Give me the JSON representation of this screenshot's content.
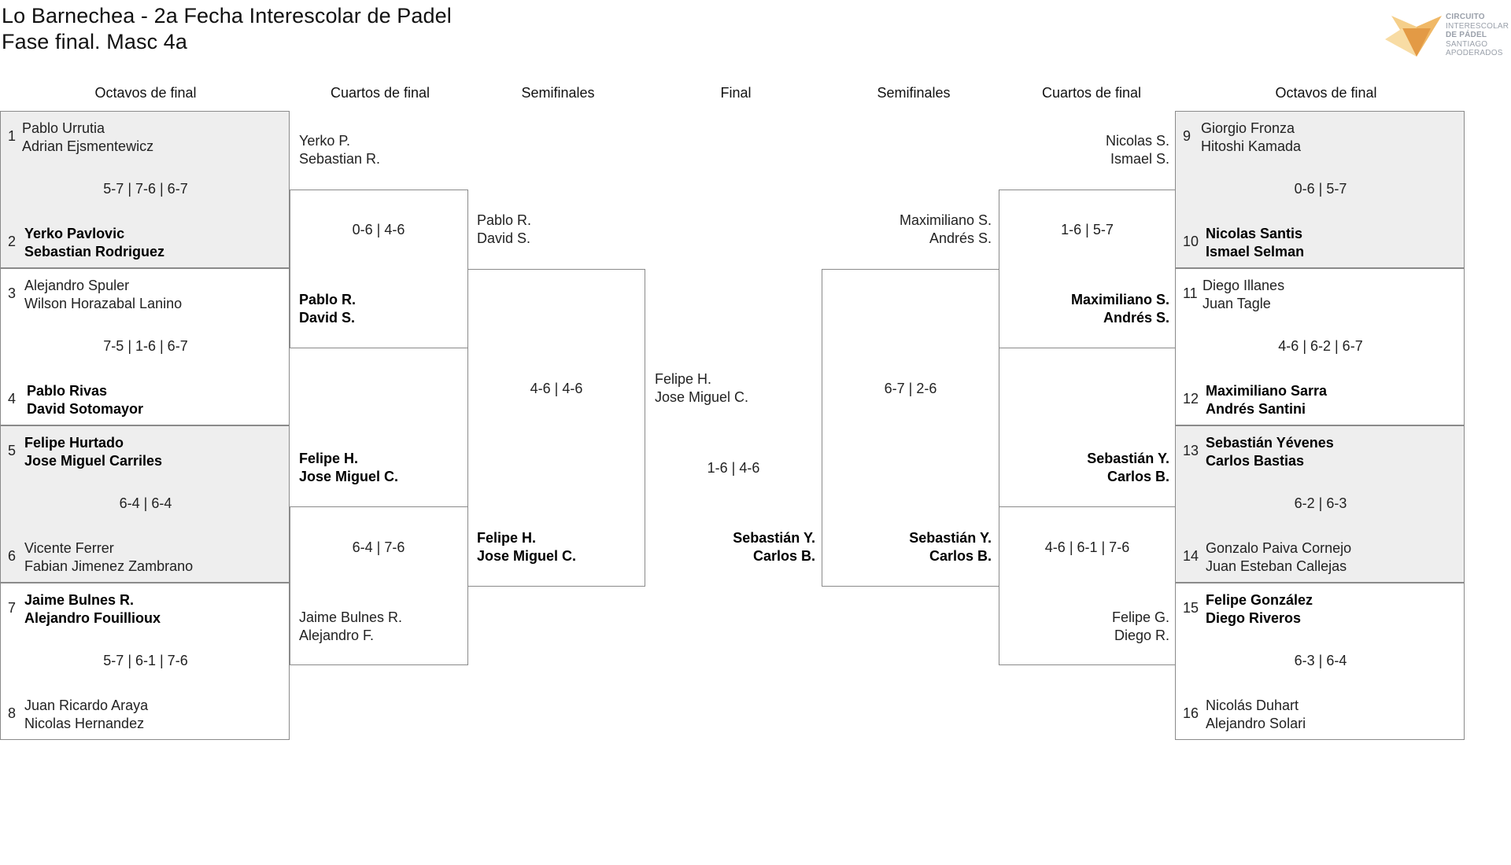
{
  "header": {
    "title_line1": "Lo Barnechea - 2a Fecha Interescolar de Padel",
    "title_line2": "Fase final. Masc 4a"
  },
  "logo": {
    "icon": "fox-logo-icon",
    "line1": "CIRCUITO",
    "line2": "INTERESCOLAR",
    "line3": "DE PÁDEL",
    "line4": "SANTIAGO",
    "line5": "APODERADOS",
    "colors": [
      "#e8a04c",
      "#f5cf8a"
    ]
  },
  "rounds": {
    "left": [
      "Octavos de final",
      "Cuartos de final",
      "Semifinales"
    ],
    "final": "Final",
    "right": [
      "Semifinales",
      "Cuartos de final",
      "Octavos de final"
    ]
  },
  "octavos_left": [
    {
      "seed_a": "1",
      "a1": "Pablo Urrutia",
      "a2": "Adrian Ejsmentewicz",
      "score": "5-7 | 7-6 | 6-7",
      "seed_b": "2",
      "b1": "Yerko Pavlovic",
      "b2": "Sebastian Rodriguez",
      "winner": "b"
    },
    {
      "seed_a": "3",
      "a1": "Alejandro Spuler",
      "a2": "Wilson Horazabal Lanino",
      "score": "7-5 | 1-6 | 6-7",
      "seed_b": "4",
      "b1": "Pablo Rivas",
      "b2": "David Sotomayor",
      "winner": "b"
    },
    {
      "seed_a": "5",
      "a1": "Felipe Hurtado",
      "a2": "Jose Miguel Carriles",
      "score": "6-4 | 6-4",
      "seed_b": "6",
      "b1": "Vicente Ferrer",
      "b2": "Fabian Jimenez Zambrano",
      "winner": "a"
    },
    {
      "seed_a": "7",
      "a1": "Jaime Bulnes R.",
      "a2": "Alejandro Fouillioux",
      "score": "5-7 | 6-1 | 7-6",
      "seed_b": "8",
      "b1": "Juan Ricardo Araya",
      "b2": "Nicolas Hernandez",
      "winner": "a"
    }
  ],
  "octavos_right": [
    {
      "seed_a": "9",
      "a1": "Giorgio Fronza",
      "a2": "Hitoshi Kamada",
      "score": "0-6 | 5-7",
      "seed_b": "10",
      "b1": "Nicolas Santis",
      "b2": "Ismael Selman",
      "winner": "b"
    },
    {
      "seed_a": "11",
      "a1": "Diego Illanes",
      "a2": "Juan Tagle",
      "score": "4-6 | 6-2 | 6-7",
      "seed_b": "12",
      "b1": "Maximiliano Sarra",
      "b2": "Andrés Santini",
      "winner": "b"
    },
    {
      "seed_a": "13",
      "a1": "Sebastián Yévenes",
      "a2": "Carlos Bastias",
      "score": "6-2 | 6-3",
      "seed_b": "14",
      "b1": "Gonzalo Paiva Cornejo",
      "b2": "Juan Esteban Callejas",
      "winner": "a"
    },
    {
      "seed_a": "15",
      "a1": "Felipe González",
      "a2": "Diego Riveros",
      "score": "6-3 | 6-4",
      "seed_b": "16",
      "b1": "Nicolás Duhart",
      "b2": "Alejandro Solari",
      "winner": "a"
    }
  ],
  "cuartos_left": [
    {
      "a1": "Yerko P.",
      "a2": "Sebastian R.",
      "score": "0-6 | 4-6",
      "b1": "Pablo R.",
      "b2": "David S.",
      "winner": "b"
    },
    {
      "a1": "Felipe H.",
      "a2": "Jose Miguel C.",
      "score": "6-4 | 7-6",
      "b1": "Jaime Bulnes R.",
      "b2": "Alejandro F.",
      "winner": "a"
    }
  ],
  "cuartos_right": [
    {
      "a1": "Nicolas S.",
      "a2": "Ismael S.",
      "score": "1-6 | 5-7",
      "b1": "Maximiliano S.",
      "b2": "Andrés S.",
      "winner": "b"
    },
    {
      "a1": "Sebastián Y.",
      "a2": "Carlos B.",
      "score": "4-6 | 6-1 | 7-6",
      "b1": "Felipe G.",
      "b2": "Diego R.",
      "winner": "a"
    }
  ],
  "semis_left": {
    "a1": "Pablo R.",
    "a2": "David S.",
    "score": "4-6 | 4-6",
    "b1": "Felipe H.",
    "b2": "Jose Miguel C.",
    "winner": "b"
  },
  "semis_right": {
    "a1": "Maximiliano S.",
    "a2": "Andrés S.",
    "score": "6-7 | 2-6",
    "b1": "Sebastián Y.",
    "b2": "Carlos B.",
    "winner": "b"
  },
  "final": {
    "a1": "Felipe H.",
    "a2": "Jose Miguel C.",
    "score": "1-6 | 4-6",
    "b1": "Sebastián Y.",
    "b2": "Carlos B.",
    "winner": "b"
  }
}
